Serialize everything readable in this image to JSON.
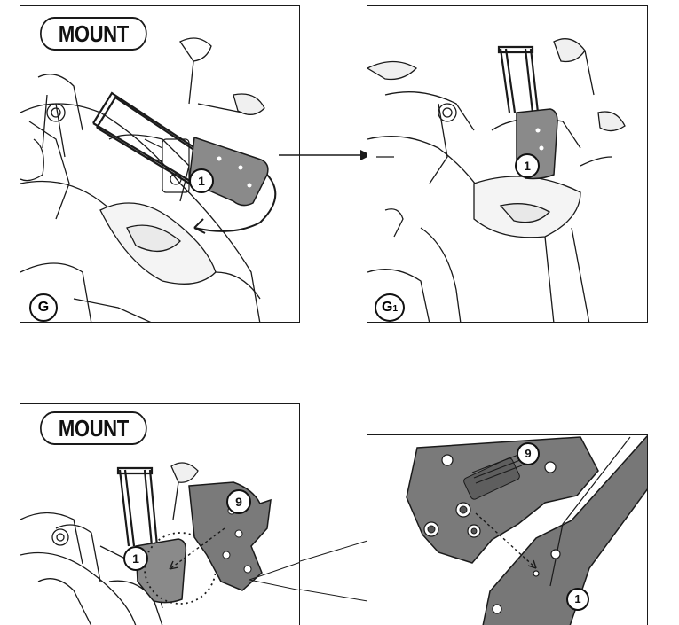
{
  "panels": {
    "top_left": {
      "title": "MOUNT",
      "step": "G",
      "part": "1"
    },
    "top_right": {
      "step": "G",
      "step_sub": "1",
      "part": "1"
    },
    "bottom_left": {
      "title": "MOUNT",
      "part_bracket": "1",
      "part_plate": "9"
    },
    "detail": {
      "part_plate": "9",
      "part_bracket": "1"
    }
  },
  "colors": {
    "line": "#1a1a1a",
    "plate": "#7a7a7a",
    "bracket": "#6b6b6b",
    "bg": "#ffffff"
  }
}
